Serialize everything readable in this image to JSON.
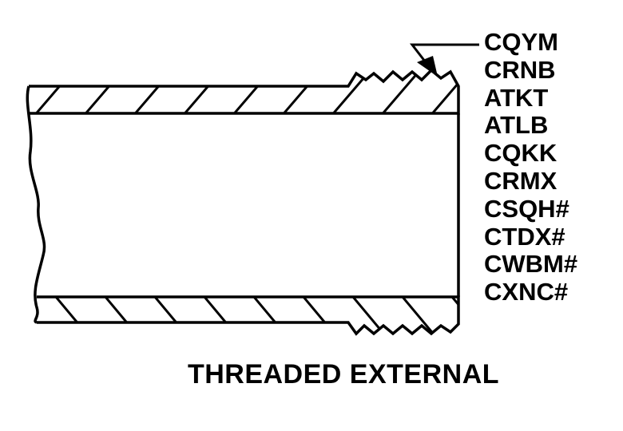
{
  "diagram": {
    "codes": [
      "CQYM",
      "CRNB",
      "ATKT",
      "ATLB",
      "CQKK",
      "CRMX",
      "CSQH#",
      "CTDX#",
      "CWBM#",
      "CXNC#"
    ],
    "caption": "THREADED EXTERNAL",
    "ink_color": "#000000",
    "background_color": "#ffffff"
  }
}
